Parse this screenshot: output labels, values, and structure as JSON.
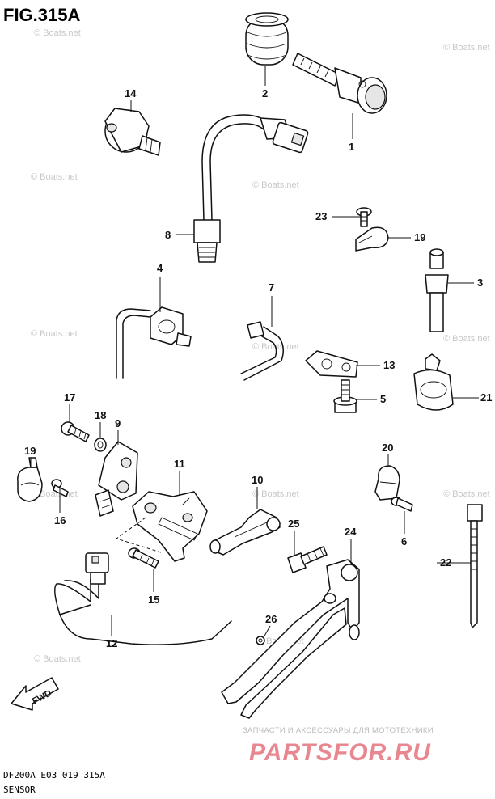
{
  "figure": {
    "title": "FIG.315A",
    "model_code": "DF200A_E03_019_315A",
    "section": "SENSOR",
    "fwd_label": "FWD",
    "watermark_text": "© Boats.net",
    "ad_line": "ЗАПЧАСТИ И АКСЕССУАРЫ ДЛЯ МОТОТЕХНИКИ",
    "ad_brand": "PARTSFOR.RU",
    "ad_color": "#e8878f"
  },
  "callouts": {
    "n1": "1",
    "n2": "2",
    "n3": "3",
    "n4": "4",
    "n5": "5",
    "n6": "6",
    "n7": "7",
    "n8": "8",
    "n9": "9",
    "n10": "10",
    "n11": "11",
    "n12": "12",
    "n13": "13",
    "n14": "14",
    "n15": "15",
    "n16": "16",
    "n17": "17",
    "n18": "18",
    "n19a": "19",
    "n19b": "19",
    "n20": "20",
    "n21": "21",
    "n22": "22",
    "n23": "23",
    "n24": "24",
    "n25": "25",
    "n26": "26"
  }
}
